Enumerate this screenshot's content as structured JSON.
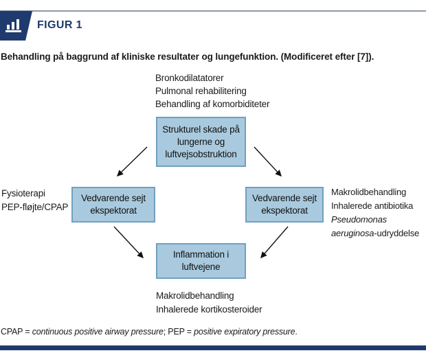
{
  "colors": {
    "navy": "#1f3a6d",
    "box_fill": "#a9cade",
    "box_border": "#6fa0c0",
    "top_rule": "#8e97a8",
    "text": "#1a1a1a"
  },
  "header": {
    "figure_label": "FIGUR 1",
    "title": "Behandling på baggrund af kliniske resultater og lungefunktion. (Modificeret efter [7])."
  },
  "diagram": {
    "top_list": [
      "Bronkodilatatorer",
      "Pulmonal rehabilitering",
      "Behandling af komorbiditeter"
    ],
    "central_box": {
      "lines": [
        "Strukturel skade på",
        "lungerne og",
        "luftvejsobstruktion"
      ]
    },
    "left_box": {
      "lines": [
        "Vedvarende sejt",
        "ekspektorat"
      ]
    },
    "right_box": {
      "lines": [
        "Vedvarende sejt",
        "ekspektorat"
      ]
    },
    "bottom_box": {
      "lines": [
        "Inflammation i",
        "luftvejene"
      ]
    },
    "left_label": {
      "lines": [
        "Fysioterapi",
        "PEP-fløjte/CPAP"
      ]
    },
    "right_label": {
      "line1": "Makrolidbehandling",
      "line2": "Inhalerede antibiotika",
      "line3_italic": "Pseudomonas",
      "line4_italic": "aeruginosa",
      "line4_normal": "-udryddelse"
    },
    "bottom_label": {
      "lines": [
        "Makrolidbehandling",
        "Inhalerede kortikosteroider"
      ]
    }
  },
  "footnote": {
    "parts": [
      {
        "text": "CPAP = "
      },
      {
        "text": "continuous positive airway pressure",
        "italic": true
      },
      {
        "text": "; PEP = "
      },
      {
        "text": "positive expiratory pressure",
        "italic": true
      },
      {
        "text": "."
      }
    ]
  }
}
